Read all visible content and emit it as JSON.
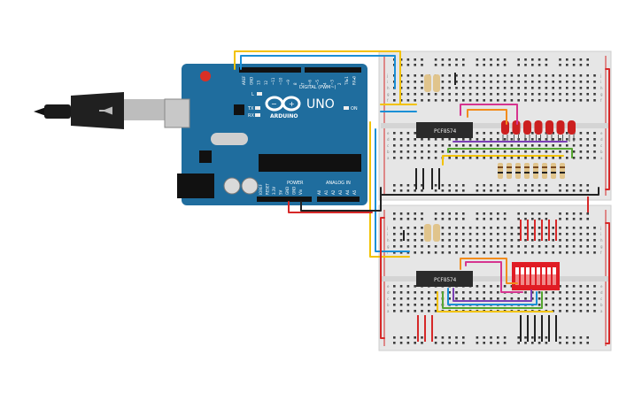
{
  "board": {
    "logo_text": "ARDUINO",
    "model": "UNO",
    "digital_header_label": "DIGITAL (PWM~)",
    "power_label": "POWER",
    "analog_label": "ANALOG IN",
    "on_label": "ON",
    "led_labels": [
      "L",
      "TX",
      "RX"
    ],
    "top_pin_labels": [
      "AREF",
      "GND",
      "13",
      "12",
      "~11",
      "~10",
      "~9",
      "8",
      "7",
      "~6",
      "~5",
      "4",
      "~3",
      "2",
      "TX▸1",
      "RX◂0"
    ],
    "power_pin_labels": [
      "IOREF",
      "RESET",
      "3.3V",
      "5V",
      "GND",
      "GND",
      "Vin"
    ],
    "analog_pin_labels": [
      "A0",
      "A1",
      "A2",
      "A3",
      "A4",
      "A5"
    ]
  },
  "chips": {
    "top_label": "PCF8574",
    "bottom_label": "PCF8574"
  },
  "breadboard": {
    "row_letters_top": [
      "j",
      "i",
      "h",
      "g",
      "f"
    ],
    "row_letters_bottom": [
      "e",
      "d",
      "c",
      "b",
      "a"
    ]
  },
  "colors": {
    "board": "#1f6d9e",
    "breadboard": "#e6e6e6",
    "led_red": "#cc1f1f",
    "dip_switch": "#e01c24",
    "wire_yellow": "#f2c200",
    "wire_blue": "#1a8fd6",
    "wire_purple": "#7b3fb5",
    "wire_green": "#55a630",
    "wire_orange": "#f28c1c",
    "wire_magenta": "#d6348f",
    "wire_red": "#d62828",
    "wire_black": "#222222"
  }
}
